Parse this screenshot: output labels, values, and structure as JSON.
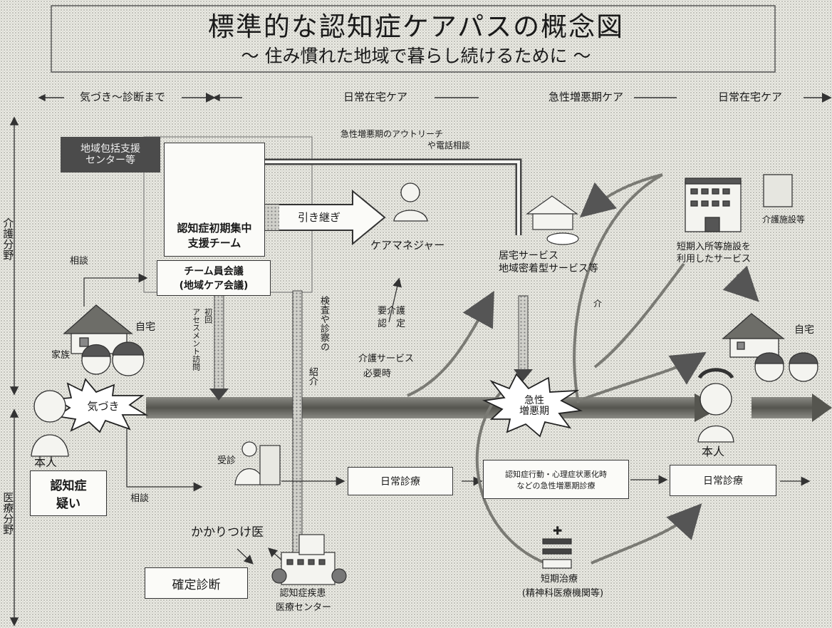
{
  "title": {
    "main": "標準的な認知症ケアパスの概念図",
    "subtitle": "～ 住み慣れた地域で暮らし続けるために ～"
  },
  "phases": [
    "気づき～診断まで",
    "日常在宅ケア",
    "急性増悪期ケア",
    "日常在宅ケア"
  ],
  "side_labels": {
    "care": "介護分野",
    "medical": "医療分野"
  },
  "nodes": {
    "center_line1": "地域包括支援",
    "center_line2": "センター等",
    "team_line1": "認知症初期集中",
    "team_line2": "支援チーム",
    "team_meeting_line1": "チーム員会議",
    "team_meeting_line2": "(地域ケア会議)",
    "handover": "引き継ぎ",
    "care_manager": "ケアマネジャー",
    "home_service_line1": "居宅サービス",
    "home_service_line2": "地域密着型サービス等",
    "short_stay_line1": "短期入所等施設を",
    "short_stay_line2": "利用したサービス",
    "facility": "介護施設等",
    "home_left": "自宅",
    "home_right": "自宅",
    "family": "家族",
    "consult_top": "相談",
    "consult_bottom": "相談",
    "patient_left": "本人",
    "patient_right": "本人",
    "awareness": "気づき",
    "acute_line1": "急性",
    "acute_line2": "増悪期",
    "suspected_line1": "認知症",
    "suspected_line2": "疑い",
    "visit": "受診",
    "family_doctor": "かかりつけ医",
    "definitive_diagnosis": "確定診断",
    "medical_center_line1": "認知症疾患",
    "medical_center_line2": "医療センター",
    "daily_care_left": "日常診療",
    "daily_care_right": "日常診療",
    "acute_response_line1": "認知症行動・心理症状悪化時",
    "acute_response_line2": "などの急性増悪期診療",
    "hospital_line1": "短期治療",
    "hospital_line2": "(精神科医療機関等)",
    "outreach_line1": "急性増悪期のアウトリーチ",
    "outreach_line2": "や電話相談",
    "initial_assessment_line1": "初回",
    "initial_assessment_line2": "アセスメント訪問",
    "exam_referral_line1": "検査や診察の",
    "exam_referral_line2": "紹介",
    "care_cert_line1": "要介護",
    "care_cert_line2": "認　定",
    "care_need_line1": "介護サービス",
    "care_need_line2": "必要時",
    "intermediary": "介"
  },
  "icons": {
    "people": "people-group-icon",
    "house": "house-icon",
    "building": "building-icon",
    "doctor": "doctor-icon",
    "burst": "starburst-icon"
  }
}
